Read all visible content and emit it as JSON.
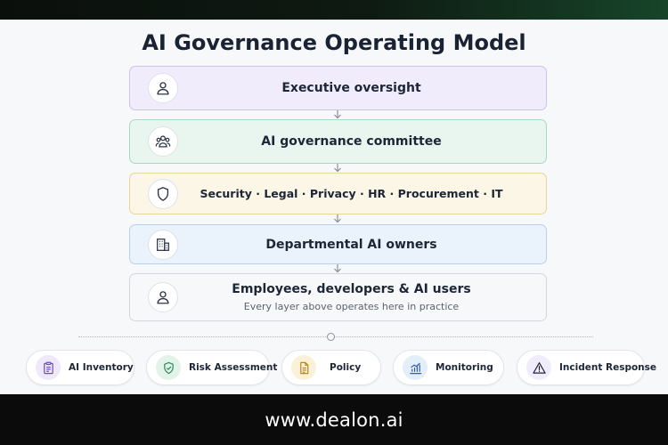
{
  "diagram": {
    "title": "AI Governance Operating Model",
    "layers": [
      {
        "label": "Executive oversight",
        "icon": "person-icon"
      },
      {
        "label": "AI governance committee",
        "icon": "group-icon"
      },
      {
        "label": "Security · Legal · Privacy · HR · Procurement · IT",
        "icon": "shield-icon"
      },
      {
        "label": "Departmental AI owners",
        "icon": "building-icon"
      },
      {
        "label": "Employees, developers & AI users",
        "sublabel": "Every layer above operates here in practice",
        "icon": "person-icon"
      }
    ],
    "capabilities": [
      {
        "label": "AI Inventory",
        "icon": "clipboard-icon"
      },
      {
        "label": "Risk Assessment",
        "icon": "shield-check-icon"
      },
      {
        "label": "Policy",
        "icon": "document-icon"
      },
      {
        "label": "Monitoring",
        "icon": "chart-icon"
      },
      {
        "label": "Incident Response",
        "icon": "warning-icon"
      }
    ]
  },
  "footer": {
    "url": "www.dealon.ai"
  },
  "colors": {
    "purple": "#6b4fbf",
    "green": "#2f8a5b",
    "amber": "#b98a1c",
    "blue": "#2f5f9c",
    "dark": "#1c2636"
  }
}
